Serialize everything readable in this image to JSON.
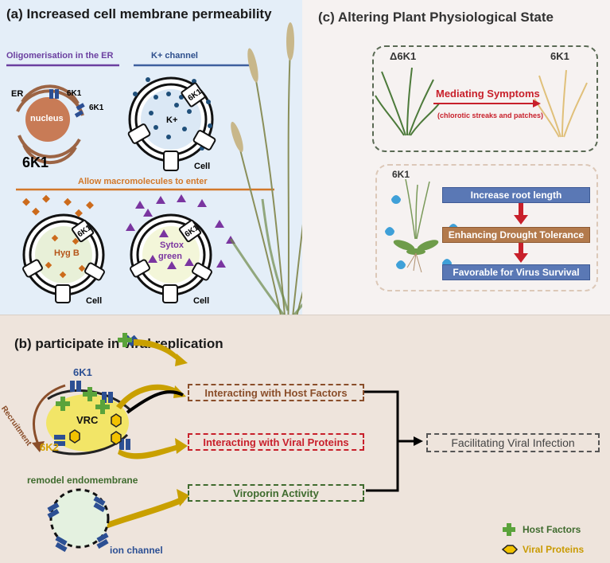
{
  "panel_a": {
    "title": "(a) Increased cell membrane permeability",
    "oligo_label": "Oligomerisation in the ER",
    "k_channel_label": "K+ channel",
    "er_label": "ER",
    "six_k1_small_1": "6K1",
    "six_k1_small_2": "6K1",
    "nucleus_label": "nucleus",
    "six_k1_big": "6K1",
    "k_plus": "K+",
    "six_k1_tag_1": "6K1",
    "cell_label_1": "Cell",
    "macro_label": "Allow macromolecules to enter",
    "hygb_label": "Hyg B",
    "six_k1_tag_2": "6K1",
    "cell_label_2": "Cell",
    "sytox_line1": "Sytox",
    "sytox_line2": "green",
    "six_k1_tag_3": "6K1",
    "cell_label_3": "Cell"
  },
  "panel_c": {
    "title": "(c) Altering Plant Physiological State",
    "delta_label": "Δ6K1",
    "six_k1_label_top": "6K1",
    "mediating": "Mediating Symptoms",
    "mediating_sub": "(chlorotic streaks and patches)",
    "six_k1_label_bottom": "6K1",
    "step1": "Increase root length",
    "step2": "Enhancing Drought Tolerance",
    "step3": "Favorable for Virus Survival"
  },
  "panel_b": {
    "title": "(b) participate in viral replication",
    "recruitment": "Recruitment",
    "six_k1": "6K1",
    "vrc": "VRC",
    "six_k2": "6K2",
    "box_host": "Interacting with Host Factors",
    "box_viral": "Interacting with Viral Proteins",
    "box_viroporin": "Viroporin Activity",
    "box_result": "Facilitating Viral Infection",
    "remodel": "remodel endomembrane",
    "ion_channel": "ion channel",
    "legend_host": "Host Factors",
    "legend_viral": "Viral Proteins"
  },
  "colors": {
    "purple": "#6b3fa0",
    "blue_line": "#3e5f9e",
    "orange_line": "#d2782a",
    "brown": "#8a4e2a",
    "red": "#c8202b",
    "green": "#3f6b2e",
    "gold": "#c9a000",
    "host_green": "#5aa33b"
  },
  "icons": [
    "host-factor-cross-icon",
    "viral-protein-hexagon-icon",
    "water-drop-icon",
    "down-arrow-icon"
  ]
}
